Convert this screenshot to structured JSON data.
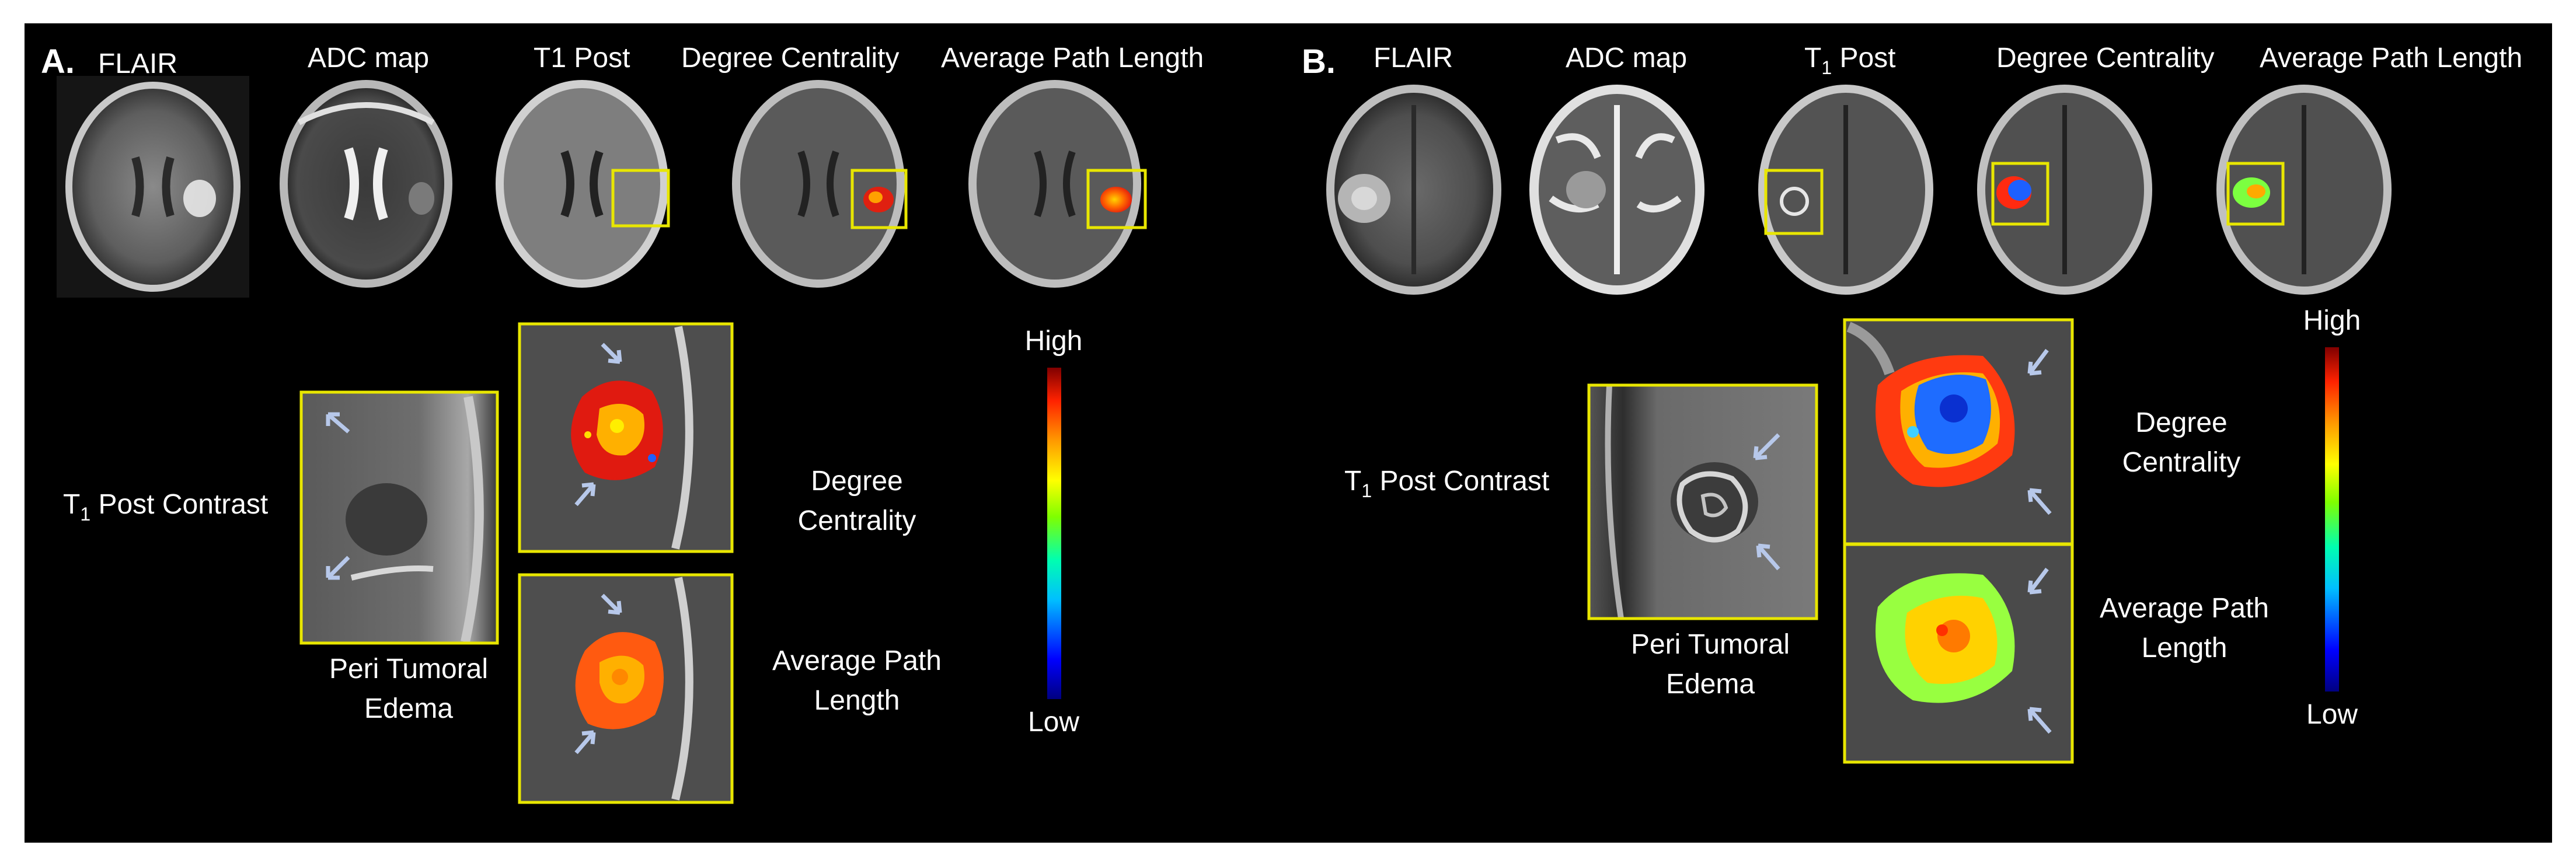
{
  "colors": {
    "background": "#000000",
    "outer_background": "#ffffff",
    "highlight_box": "#e8e600",
    "arrow": "#b7c8ea",
    "label_text": "#ffffff",
    "colorbar": [
      "#000080",
      "#0000ff",
      "#00bfff",
      "#00ffb0",
      "#7fff00",
      "#ffff00",
      "#ff9900",
      "#ff2200",
      "#800000"
    ]
  },
  "panel_a": {
    "letter": "A.",
    "headers": [
      "FLAIR",
      "ADC map",
      "T1 Post",
      "Degree Centrality",
      "Average Path Length"
    ],
    "t1_label": "T",
    "t1_subscript": "1",
    "t1_suffix": " Post Contrast",
    "edema_line1": "Peri Tumoral",
    "edema_line2": "Edema",
    "degree_line1": "Degree",
    "degree_line2": "Centrality",
    "apl_line1": "Average Path",
    "apl_line2": "Length",
    "colorbar_high": "High",
    "colorbar_low": "Low"
  },
  "panel_b": {
    "letter": "B.",
    "header_flair": "FLAIR",
    "header_adc": "ADC map",
    "header_t1": "T",
    "header_t1_sub": "1",
    "header_t1_suffix": " Post",
    "header_degree": "Degree Centrality",
    "header_apl": "Average Path Length",
    "t1_label": "T",
    "t1_subscript": "1",
    "t1_suffix": " Post Contrast",
    "edema_line1": "Peri Tumoral",
    "edema_line2": "Edema",
    "degree_line1": "Degree",
    "degree_line2": "Centrality",
    "apl_line1": "Average Path",
    "apl_line2": "Length",
    "colorbar_high": "High",
    "colorbar_low": "Low"
  }
}
